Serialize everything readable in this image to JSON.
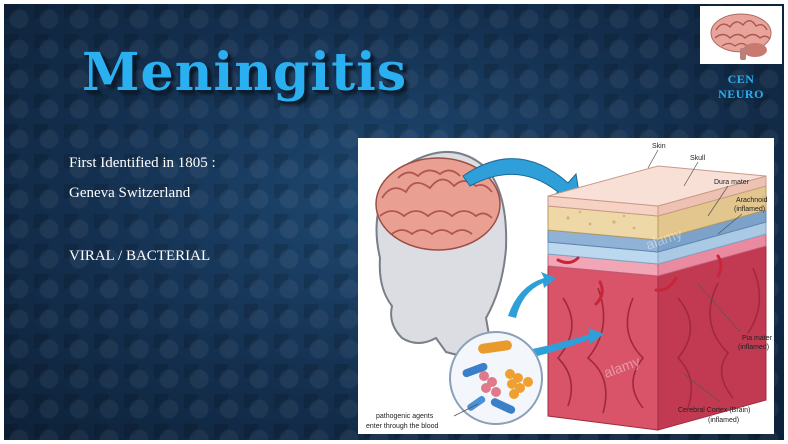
{
  "slide": {
    "title": "Meningitis",
    "lines": [
      "First Identified in 1805 :",
      "Geneva Switzerland",
      "VIRAL / BACTERIAL"
    ]
  },
  "logo": {
    "line1": "CEN",
    "line2": "NEURO"
  },
  "figure": {
    "labels": {
      "skin": "Skin",
      "skull": "Skull",
      "dura": "Dura mater",
      "arachnoid": [
        "Arachnoid",
        "(inflamed)"
      ],
      "pia": [
        "Pia mater",
        "(inflamed)"
      ],
      "cortex": [
        "Cerebral Cortex (Brain)",
        "(inflamed)"
      ],
      "pathogen": [
        "pathogenic agents",
        "enter through the blood"
      ]
    },
    "watermark": "alamy"
  },
  "colors": {
    "title": "#2ab0f0",
    "background": "#163454",
    "body_text": "#ffffff"
  }
}
